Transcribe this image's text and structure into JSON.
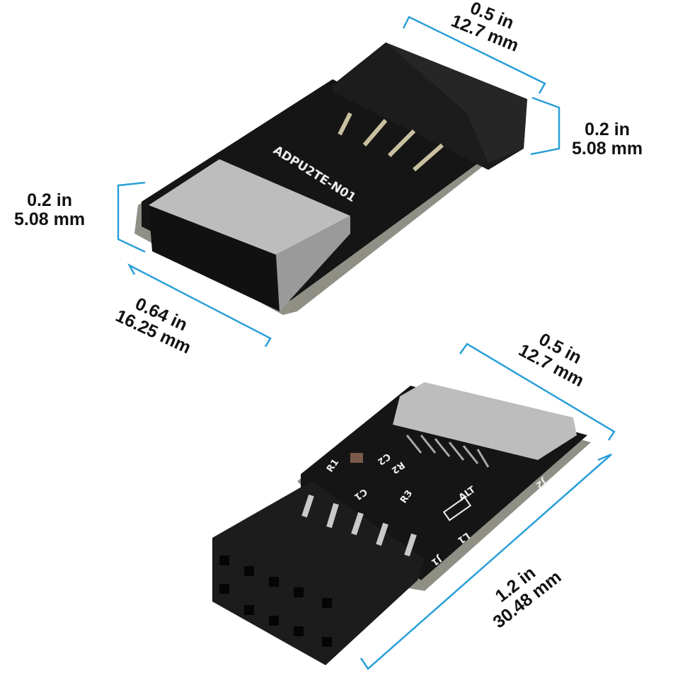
{
  "colors": {
    "dimension_line": "#2a9fd8",
    "pcb": "#151515",
    "metal": "#b9b9b9",
    "header": "#1c1c1c"
  },
  "top_board": {
    "silkscreen": "ADPU2TE-N01",
    "width_label": {
      "in": "0.5 in",
      "mm": "12.7 mm"
    },
    "header_height_label": {
      "in": "0.2 in",
      "mm": "5.08 mm"
    },
    "port_height_label": {
      "in": "0.2 in",
      "mm": "5.08 mm"
    },
    "length_label": {
      "in": "0.64 in",
      "mm": "16.25 mm"
    }
  },
  "bottom_board": {
    "silkscreen": [
      "R1",
      "C1",
      "C2",
      "R2",
      "R3",
      "ALT",
      "L1",
      "J1",
      "J2"
    ],
    "width_label": {
      "in": "0.5 in",
      "mm": "12.7 mm"
    },
    "length_label": {
      "in": "1.2 in",
      "mm": "30.48 mm"
    }
  }
}
